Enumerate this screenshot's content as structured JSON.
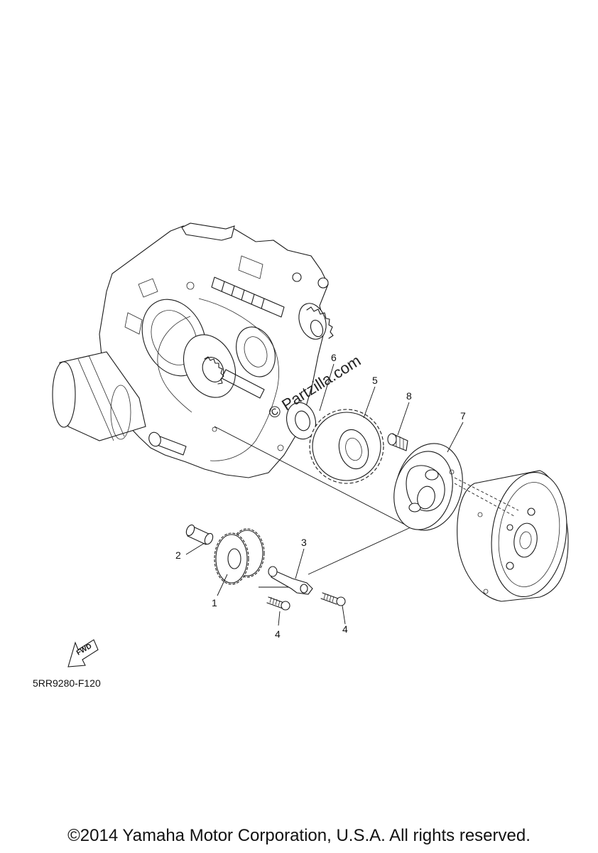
{
  "callouts": {
    "c1": "1",
    "c2": "2",
    "c3": "3",
    "c4a": "4",
    "c4b": "4",
    "c5": "5",
    "c6": "6",
    "c7": "7",
    "c8": "8"
  },
  "diagram_code": "5RR9280-F120",
  "fwd_label": "FWD",
  "watermark": "© Partzilla.com",
  "copyright": "©2014 Yamaha Motor Corporation, U.S.A. All rights reserved."
}
